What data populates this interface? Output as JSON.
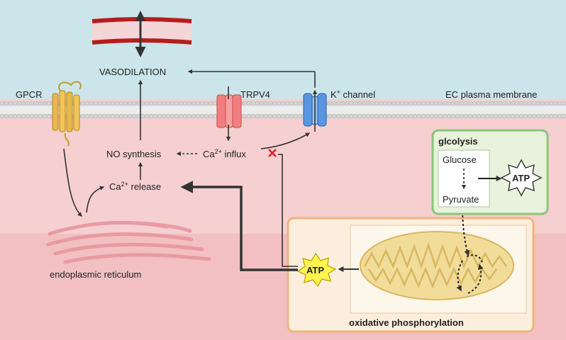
{
  "labels": {
    "vasodilation": "VASODILATION",
    "gpcr": "GPCR",
    "trpv4": "TRPV4",
    "k_channel_k": "K",
    "k_channel_sup": "+",
    "k_channel_rest": " channel",
    "membrane": "EC plasma membrane",
    "no_synthesis": "NO synthesis",
    "ca_influx_ca": "Ca",
    "ca_influx_sup": "2+",
    "ca_influx_rest": " influx",
    "ca_release_ca": "Ca",
    "ca_release_sup": "2+",
    "ca_release_rest": " release",
    "er": "endoplasmic reticulum",
    "atp_mito": "ATP",
    "oxphos": "oxidative phosphorylation",
    "glycolysis": "glcolysis",
    "glucose": "Glucose",
    "pyruvate": "Pyruvate",
    "atp_glyco": "ATP"
  },
  "colors": {
    "extracellular": "#cfe6ea",
    "cytoplasm": "#f6d0d0",
    "oxphos_box": "#f2c79c",
    "glycolysis_box": "#9ccf8c",
    "atp_star": "#fff34d",
    "block_x": "#e02020"
  }
}
